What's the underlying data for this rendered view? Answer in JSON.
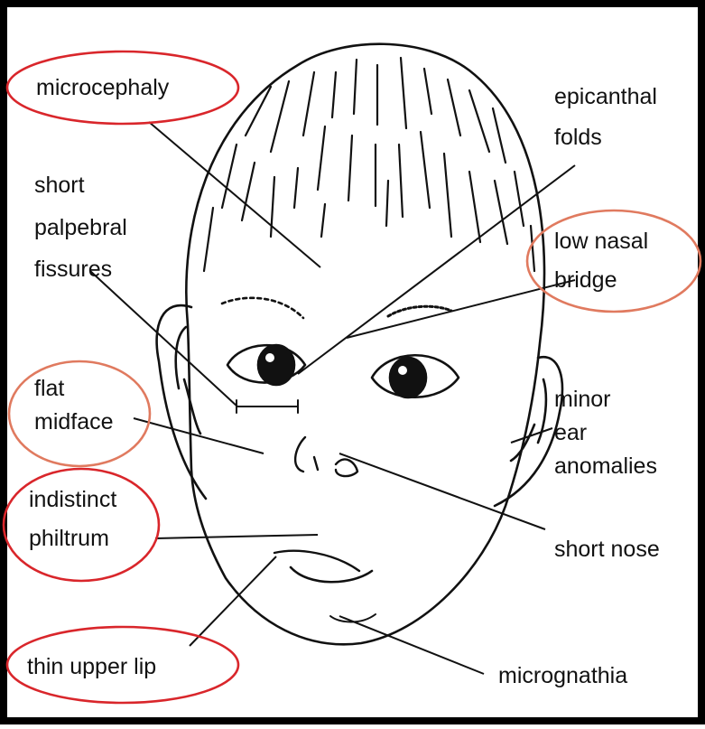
{
  "labels": {
    "microcephaly": "microcephaly",
    "epicanthal_folds": [
      "epicanthal",
      "folds"
    ],
    "short_palpebral_fissures": [
      "short",
      "palpebral",
      "fissures"
    ],
    "low_nasal_bridge": [
      "low nasal",
      "bridge"
    ],
    "flat_midface": [
      "flat",
      "midface"
    ],
    "minor_ear_anomalies": [
      "minor",
      "ear",
      "anomalies"
    ],
    "indistinct_philtrum": [
      "indistinct",
      "philtrum"
    ],
    "short_nose": "short nose",
    "thin_upper_lip": "thin upper lip",
    "micrognathia": "micrognathia"
  },
  "colors": {
    "highlight_ellipse": "#d9262b",
    "highlight_ellipse_alt": "#e07a5f",
    "ink": "#111111",
    "frame": "#000000"
  }
}
